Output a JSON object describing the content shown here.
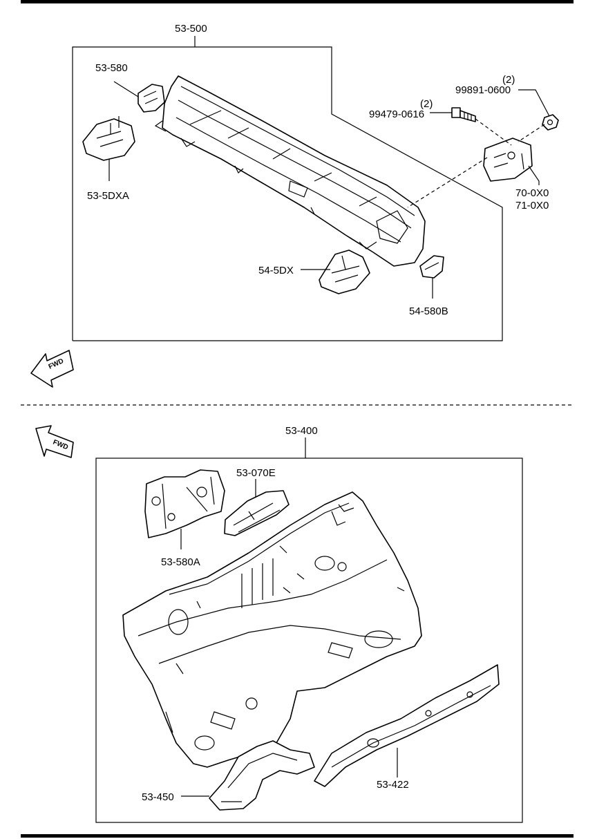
{
  "upper_group": {
    "assembly_label": "53-500",
    "parts": {
      "bracket_top_left": "53-580",
      "bracket_left": "53-5DXA",
      "bracket_center": "54-5DX",
      "bracket_right": "54-580B",
      "bolt": "99479-0616",
      "bolt_qty": "(2)",
      "nut": "99891-0600",
      "nut_qty": "(2)",
      "bracket_side_a": "70-0X0",
      "bracket_side_b": "71-0X0"
    },
    "fwd_label": "FWD"
  },
  "lower_group": {
    "assembly_label": "53-400",
    "parts": {
      "reinforcement_left": "53-580A",
      "reinforcement_center": "53-070E",
      "member_left": "53-450",
      "member_right": "53-422"
    },
    "fwd_label": "FWD"
  }
}
